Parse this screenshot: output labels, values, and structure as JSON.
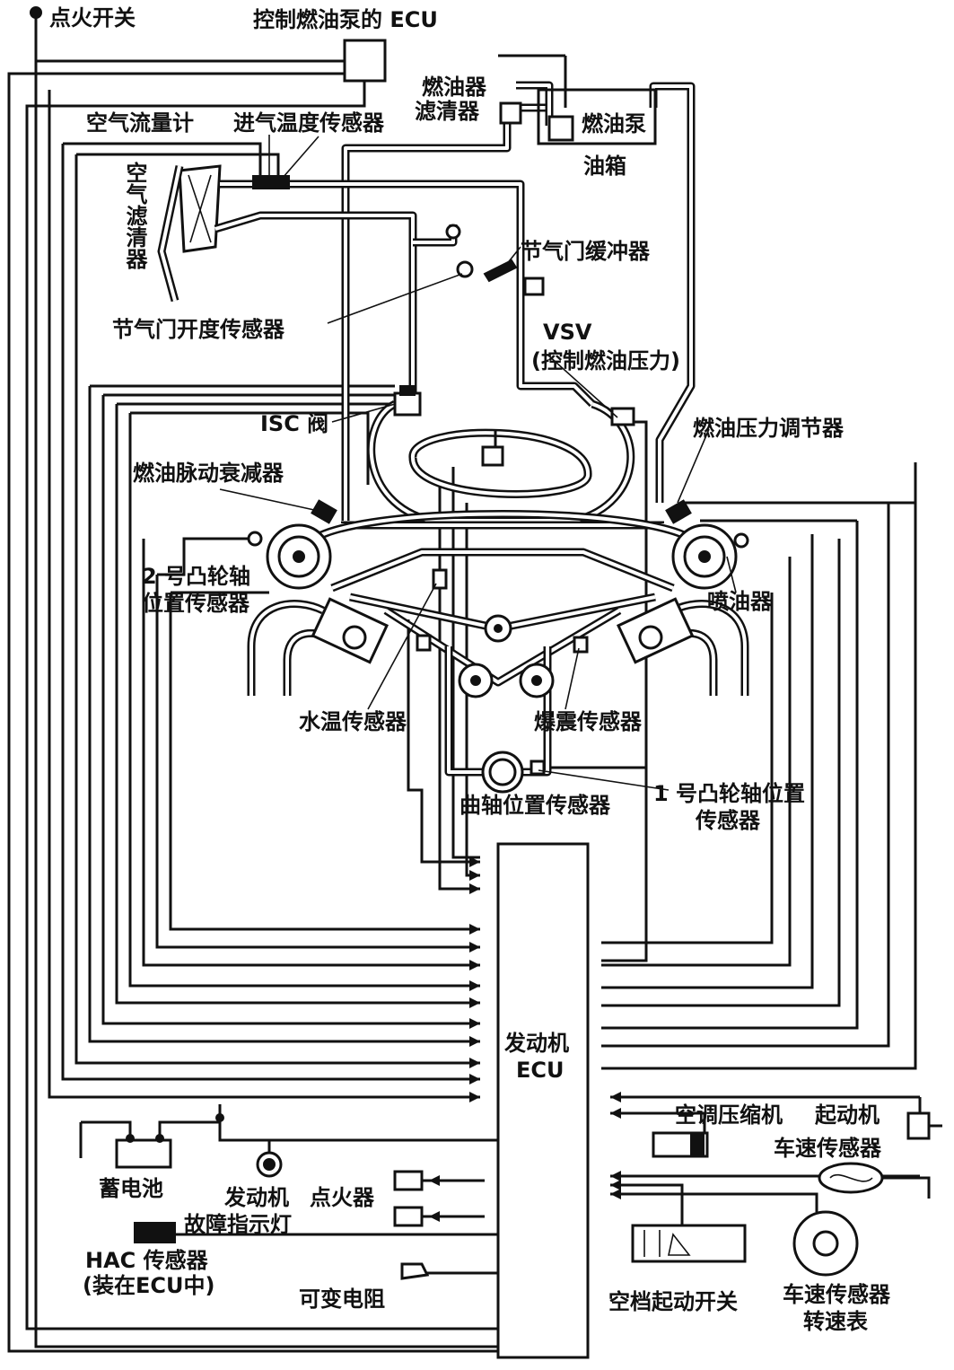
{
  "labels": {
    "ignition_switch": "点火开关",
    "fuel_pump_ecu": "控制燃油泵的 ECU",
    "fuel_filter_1": "燃油器",
    "fuel_filter_2": "滤清器",
    "fuel_pump": "燃油泵",
    "fuel_tank": "油箱",
    "airflow_meter": "空气流量计",
    "intake_temp_sensor": "进气温度传感器",
    "air_cleaner": "空气滤清器",
    "throttle_dashpot": "节气门缓冲器",
    "throttle_position_sensor": "节气门开度传感器",
    "vsv_1": "VSV",
    "vsv_2": "(控制燃油压力)",
    "isc_valve": "ISC 阀",
    "fuel_pressure_regulator": "燃油压力调节器",
    "fuel_pulsation_damper": "燃油脉动衰减器",
    "cam_sensor_2_a": "2 号凸轮轴",
    "cam_sensor_2_b": "位置传感器",
    "injector": "喷油器",
    "water_temp_sensor": "水温传感器",
    "knock_sensor": "爆震传感器",
    "crank_sensor": "曲轴位置传感器",
    "cam_sensor_1_a": "1 号凸轮轴位置",
    "cam_sensor_1_b": "传感器",
    "engine_ecu_1": "发动机",
    "engine_ecu_2": "ECU",
    "ac_compressor": "空调压缩机",
    "starter": "起动机",
    "speed_sensor": "车速传感器",
    "battery": "蓄电池",
    "engine_igniter_a": "发动机",
    "igniter": "点火器",
    "fault_lamp": "故障指示灯",
    "hac_sensor_1": "HAC 传感器",
    "hac_sensor_2": "(装在ECU中)",
    "variable_resistor": "可变电阻",
    "neutral_start_switch": "空档起动开关",
    "speed_sensor_2a": "车速传感器",
    "tachometer": "转速表"
  }
}
